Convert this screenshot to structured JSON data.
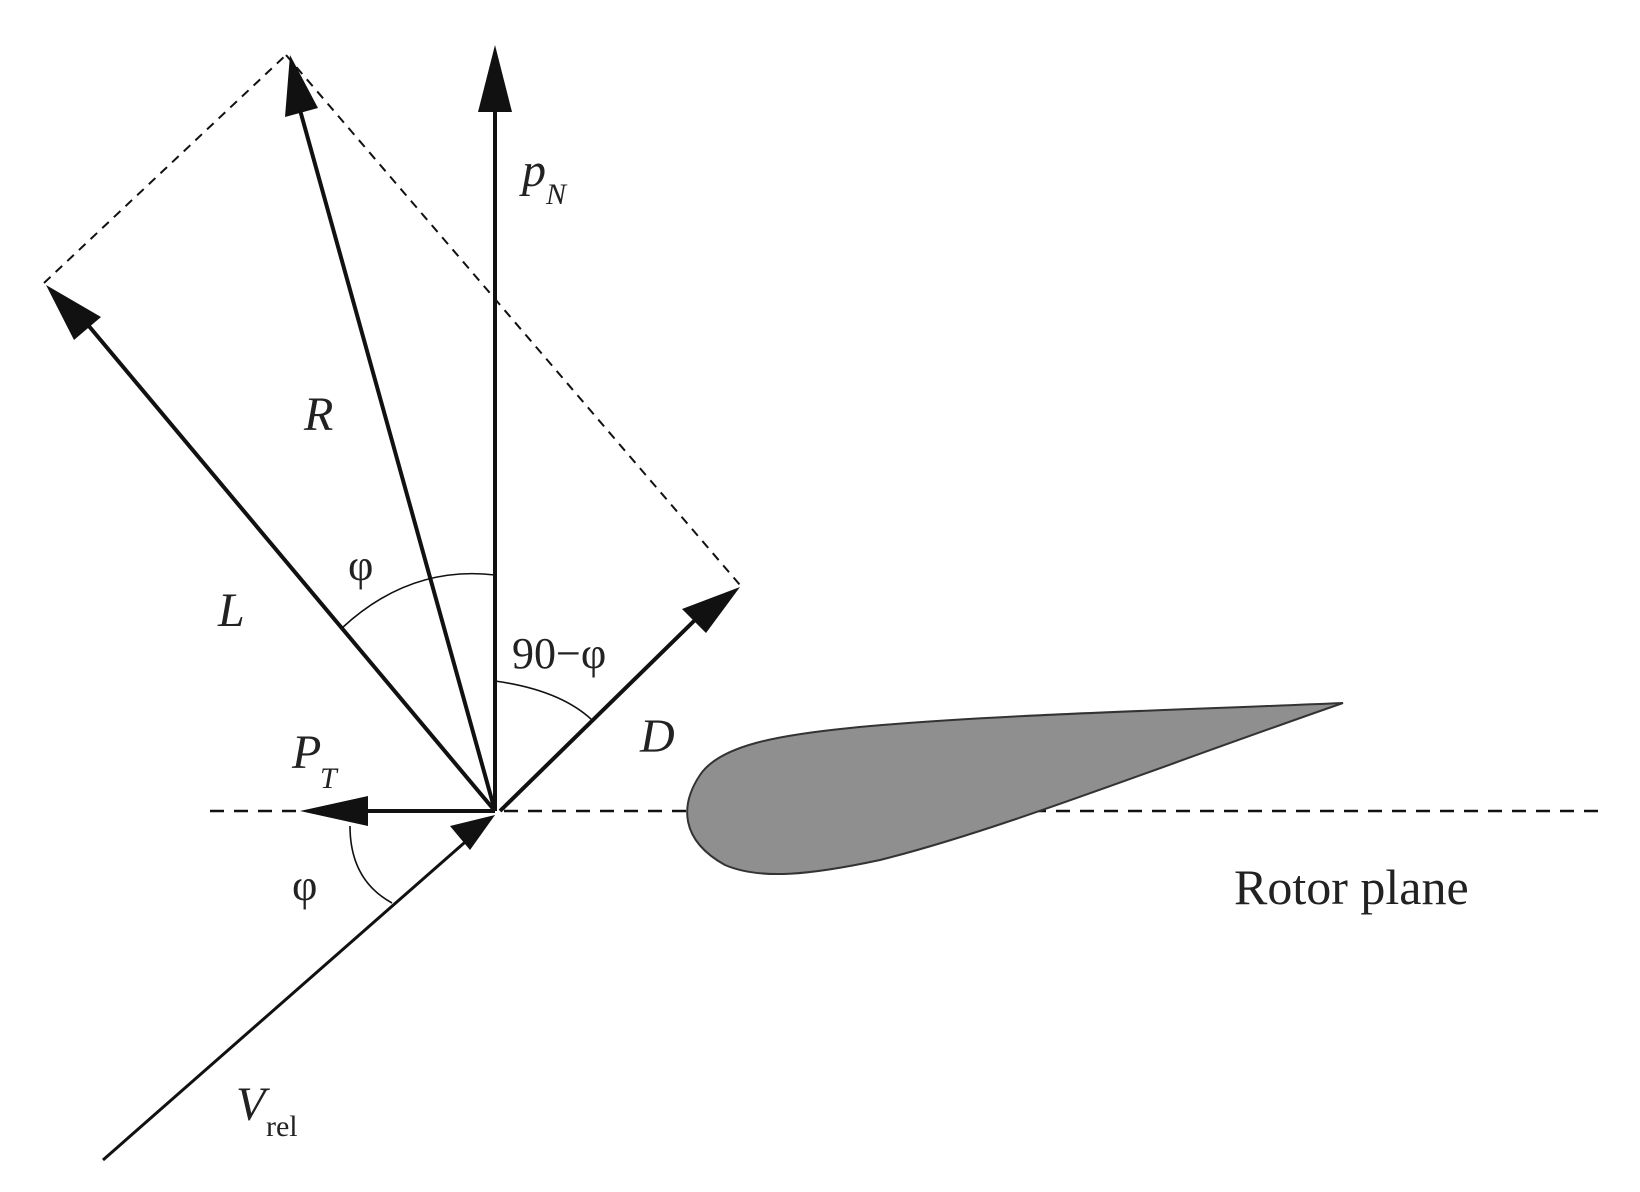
{
  "labels": {
    "pn_main": "p",
    "pn_sub": "N",
    "r": "R",
    "l": "L",
    "phi_upper": "φ",
    "ninety_minus_phi": "90−φ",
    "d": "D",
    "pt_main": "P",
    "pt_sub": "T",
    "phi_lower": "φ",
    "vrel_main": "V",
    "vrel_sub": "rel",
    "rotor_plane": "Rotor plane"
  },
  "colors": {
    "line": "#111111",
    "airfoil_fill": "#8f8f8f",
    "airfoil_stroke": "#333333",
    "background": "#ffffff"
  }
}
